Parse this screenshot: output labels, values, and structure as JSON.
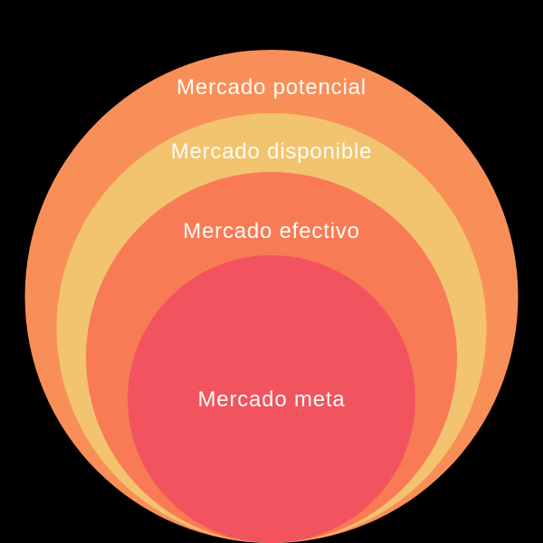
{
  "page": {
    "background": "#000000",
    "text_color": "#FDFBF8"
  },
  "diagram": {
    "kind": "nested-market-circles",
    "rings": [
      {
        "rank": 1,
        "label": "Mercado potencial",
        "color": "#F98F58"
      },
      {
        "rank": 2,
        "label": "Mercado disponible",
        "color": "#F3C46F"
      },
      {
        "rank": 3,
        "label": "Mercado efectivo",
        "color": "#F97B55"
      },
      {
        "rank": 4,
        "label": "Mercado meta",
        "color": "#F1545E"
      }
    ]
  }
}
